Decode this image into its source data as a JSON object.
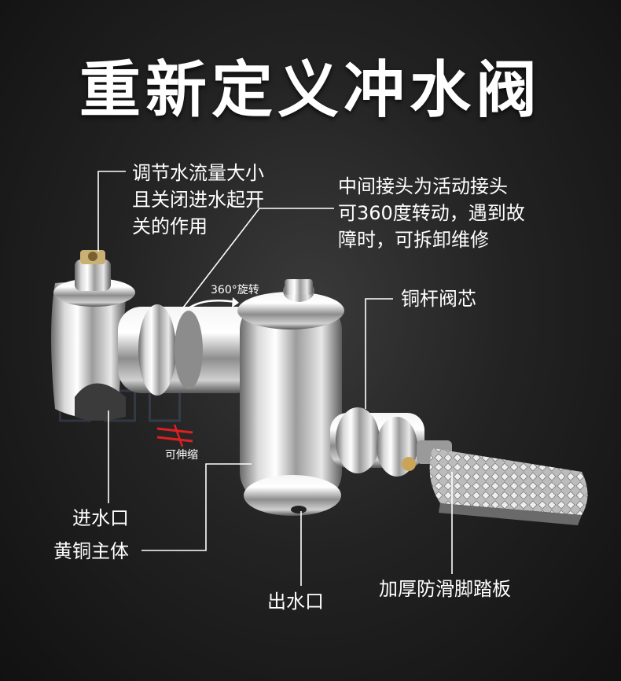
{
  "title": "重新定义冲水阀",
  "labels": {
    "adjust": [
      "调节水流量大小",
      "且关闭进水起开",
      "关的作用"
    ],
    "middle_joint": [
      "中间接头为活动接头",
      "可360度转动，遇到故",
      "障时，可拆卸维修"
    ],
    "copper_core": "铜杆阀芯",
    "inlet": "进水口",
    "brass_body": "黄铜主体",
    "outlet": "出水口",
    "pedal": "加厚防滑脚踏板"
  },
  "annotations": {
    "rotate": "360°旋转",
    "extend": "可伸缩"
  },
  "colors": {
    "line": "#ffffff",
    "arrow": "#e02020",
    "chrome_light": "#f2f2f2",
    "chrome_dark": "#5a5a5a"
  },
  "icons": [
    "rotate-arrow-icon",
    "extend-arrow-icon"
  ]
}
